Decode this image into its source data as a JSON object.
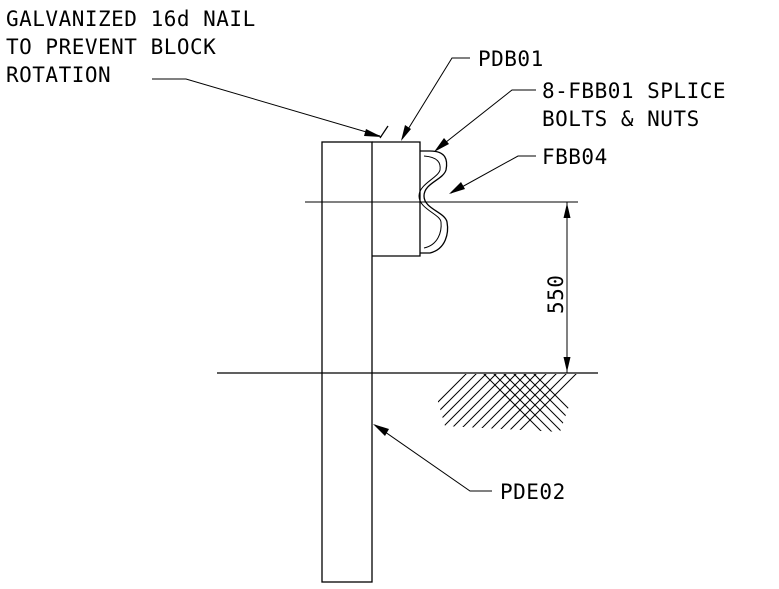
{
  "labels": {
    "nail_line1": "GALVANIZED 16d NAIL",
    "nail_line2": "TO PREVENT BLOCK",
    "nail_line3": "ROTATION",
    "block": "PDB01",
    "bolts_line1": "8-FBB01 SPLICE",
    "bolts_line2": "BOLTS & NUTS",
    "rail": "FBB04",
    "post": "PDE02",
    "dimension": "550"
  },
  "dimension_value_mm": 550
}
